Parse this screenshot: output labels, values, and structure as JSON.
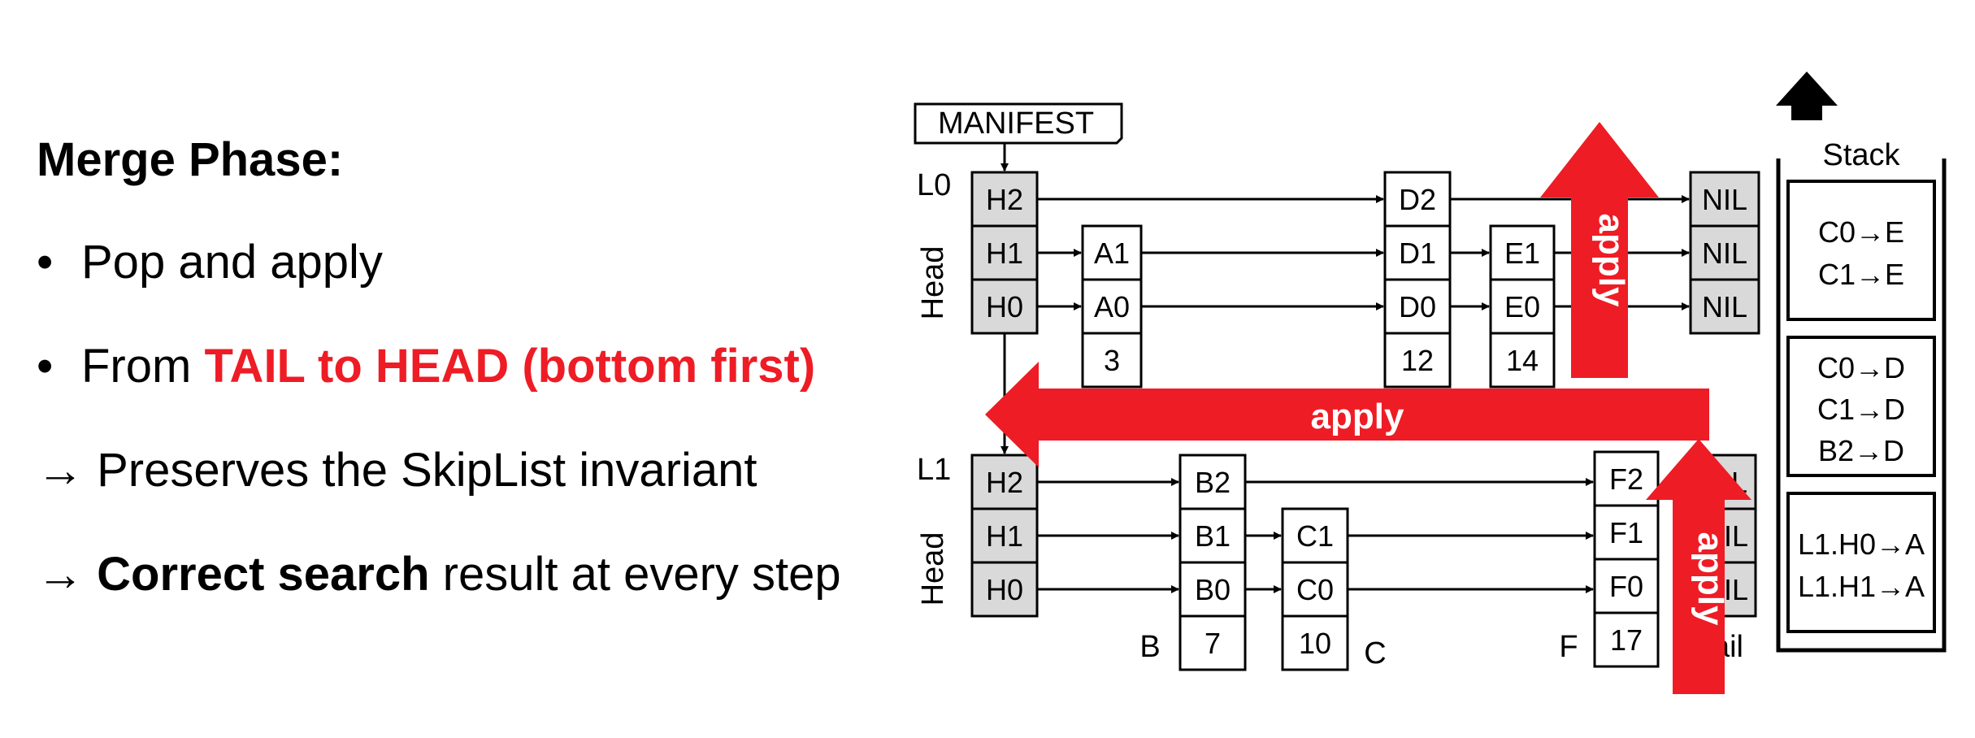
{
  "slide": {
    "heading": "Merge Phase:",
    "bullets": [
      {
        "marker": "•",
        "text": "Pop and apply"
      },
      {
        "marker": "•",
        "prefix": "From ",
        "highlight": "TAIL to HEAD (bottom first)"
      }
    ],
    "arrow_lines": [
      {
        "marker": "→",
        "text": "Preserves the SkipList invariant"
      },
      {
        "marker": "→",
        "bold": "Correct search",
        "text": " result at every step"
      }
    ]
  },
  "diagram": {
    "manifest_label": "MANIFEST",
    "level_labels": [
      "L0",
      "L1"
    ],
    "head_label": "Head",
    "tail_label": "ail",
    "stack_label": "Stack",
    "apply_label": "apply",
    "level0": {
      "head": [
        "H2",
        "H1",
        "H0"
      ],
      "nodes": [
        {
          "cells": [
            "A1",
            "A0",
            "3"
          ]
        },
        {
          "cells": [
            "D2",
            "D1",
            "D0",
            "12"
          ]
        },
        {
          "cells": [
            "E1",
            "E0",
            "14"
          ]
        }
      ],
      "nil": [
        "NIL",
        "NIL",
        "NIL"
      ]
    },
    "level1": {
      "head": [
        "H2",
        "H1",
        "H0"
      ],
      "nodes": [
        {
          "cells": [
            "B2",
            "B1",
            "B0",
            "7"
          ],
          "label": "B"
        },
        {
          "cells": [
            "C1",
            "C0",
            "10"
          ],
          "label": "C"
        },
        {
          "cells": [
            "F2",
            "F1",
            "F0",
            "17"
          ],
          "label": "F"
        }
      ],
      "nil_partial": [
        "L",
        "IL",
        "IL"
      ]
    },
    "stack_entries": [
      [
        "C0→E",
        "C1→E"
      ],
      [
        "C0→D",
        "C1→D",
        "B2→D"
      ],
      [
        "L1.H0→A",
        "L1.H1→A"
      ]
    ],
    "colors": {
      "red": "#ee1c25",
      "gray": "#d9d9d9",
      "black": "#000000"
    }
  }
}
